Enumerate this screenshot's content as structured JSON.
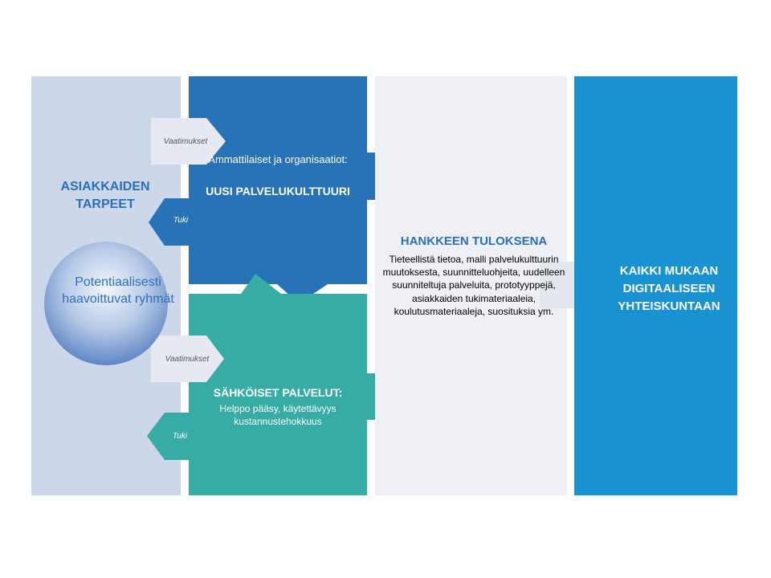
{
  "customer_needs": {
    "title": "ASIAKKAIDEN TARPEET",
    "vulnerable_groups": "Potentiaalisesti haavoittuvat ryhmät"
  },
  "professionals": {
    "requirements_label": "Vaatimukset",
    "support_label": "Tuki",
    "title": "Ammattilaiset ja organisaatiot:",
    "subtitle": "UUSI PALVELUKULTTUURI"
  },
  "e_services": {
    "requirements_label": "Vaatimukset",
    "support_label": "Tuki",
    "title": "SÄHKÖISET PALVELUT:",
    "subtitle": "Helppo pääsy, käytettävyys kustannustehokkuus"
  },
  "project_results": {
    "title": "HANKKEEN TULOKSENA",
    "body": "Tieteellistä tietoa, malli palvelukulttuurin muutoksesta, suunnitteluohjeita, uudelleen suunniteltuja palveluita, prototyyppejä,  asiakkaiden tukimateriaaleia, koulutusmateriaaleja, suosituksia ym."
  },
  "outcome": {
    "title": "KAIKKI MUKAAN DIGITAALISEEN YHTEISKUNTAAN"
  },
  "colors": {
    "needs_panel": "#ccd7ea",
    "professionals_panel": "#2872b8",
    "e_services_panel": "#36aca5",
    "results_panel": "#eef0f6",
    "outcome_panel": "#1992d1",
    "connector_arrow": "#e5e7ef",
    "accent_text": "#2a6fbb"
  }
}
